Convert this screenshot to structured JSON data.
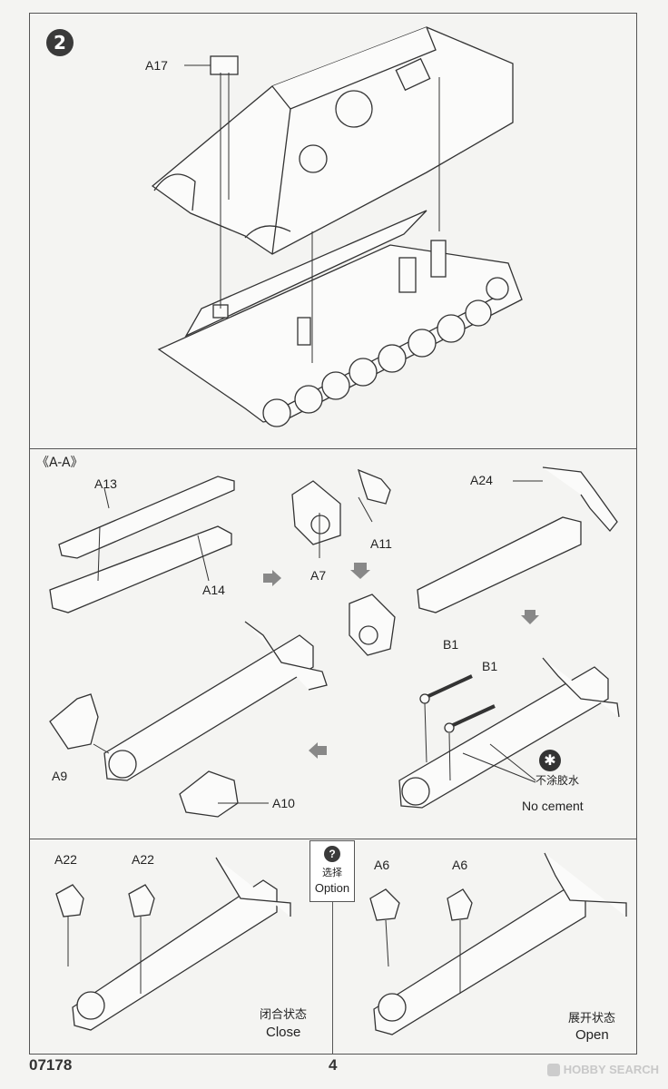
{
  "step": {
    "number": "2"
  },
  "section_label": "《A-A》",
  "parts": {
    "a17": "A17",
    "a13": "A13",
    "a14": "A14",
    "a7": "A7",
    "a11": "A11",
    "a24": "A24",
    "b1_1": "B1",
    "b1_2": "B1",
    "a9": "A9",
    "a10": "A10",
    "a22_1": "A22",
    "a22_2": "A22",
    "a6_1": "A6",
    "a6_2": "A6"
  },
  "no_cement": {
    "cn": "不涂胶水",
    "en": "No cement"
  },
  "option": {
    "cn": "选择",
    "en": "Option"
  },
  "close_state": {
    "cn": "闭合状态",
    "en": "Close"
  },
  "open_state": {
    "cn": "展开状态",
    "en": "Open"
  },
  "footer": {
    "code": "07178",
    "page": "4"
  },
  "watermark": "HOBBY SEARCH",
  "icons": [
    "question-icon",
    "no-cement-icon",
    "flow-arrow-icon"
  ]
}
